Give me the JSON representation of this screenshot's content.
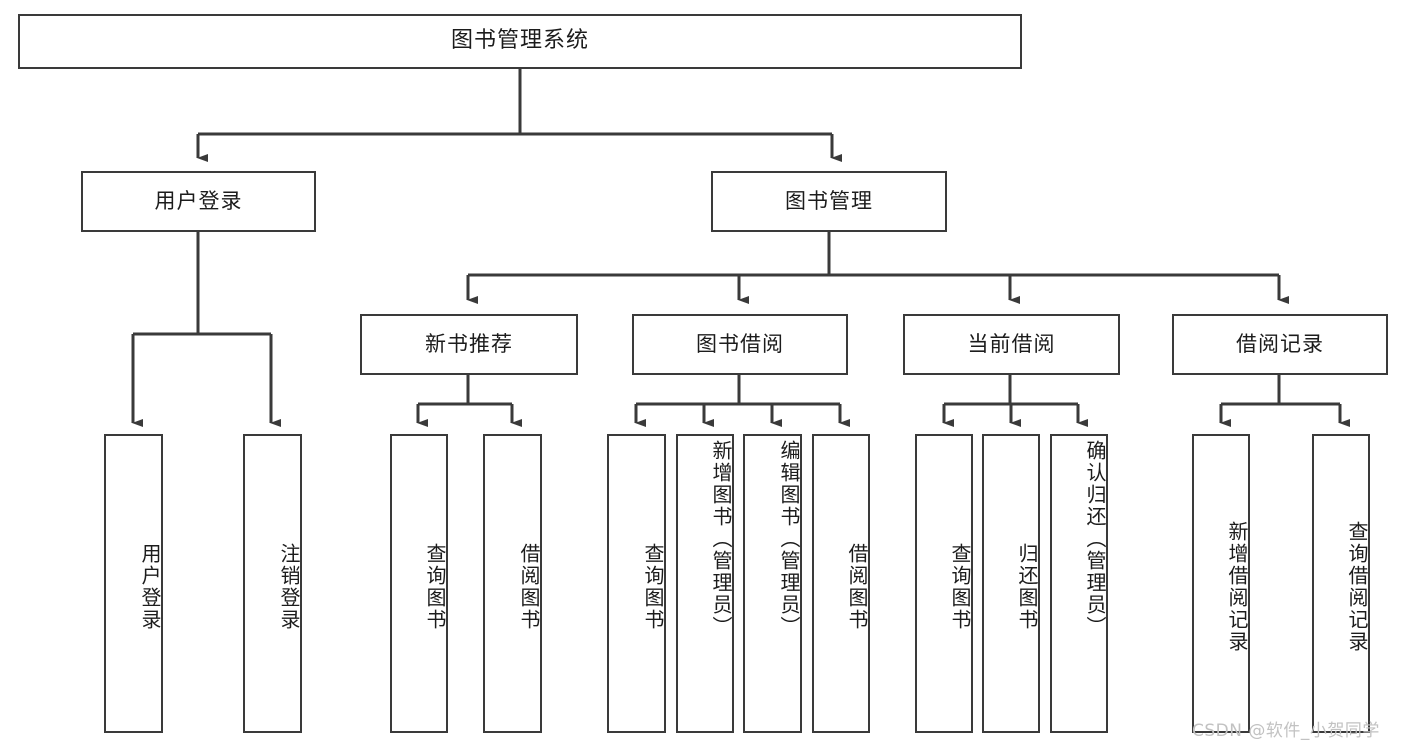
{
  "diagram": {
    "title": "图书管理系统",
    "type": "hierarchy-tree",
    "levels": 4,
    "root": {
      "label": "图书管理系统"
    },
    "level2": [
      {
        "label": "用户登录"
      },
      {
        "label": "图书管理"
      }
    ],
    "level3": [
      {
        "label": "新书推荐"
      },
      {
        "label": "图书借阅"
      },
      {
        "label": "当前借阅"
      },
      {
        "label": "借阅记录"
      }
    ],
    "leaves_user_login": [
      {
        "label": "用户登录"
      },
      {
        "label": "注销登录"
      }
    ],
    "leaves_new_book": [
      {
        "label": "查询图书"
      },
      {
        "label": "借阅图书"
      }
    ],
    "leaves_book_borrow": [
      {
        "label": "查询图书"
      },
      {
        "label": "新增图书（管理员）"
      },
      {
        "label": "编辑图书（管理员）"
      },
      {
        "label": "借阅图书"
      }
    ],
    "leaves_current_borrow": [
      {
        "label": "查询图书"
      },
      {
        "label": "归还图书"
      },
      {
        "label": "确认归还（管理员）"
      }
    ],
    "leaves_borrow_record": [
      {
        "label": "新增借阅记录"
      },
      {
        "label": "查询借阅记录"
      }
    ]
  },
  "watermark": {
    "text": "CSDN @软件_小贺同学"
  },
  "colors": {
    "stroke": "#3a3a3a",
    "background": "#ffffff",
    "text": "#1c1c1c",
    "watermark": "#c2c2c2"
  }
}
